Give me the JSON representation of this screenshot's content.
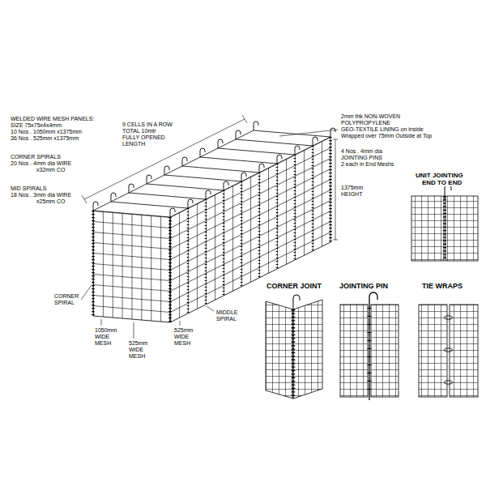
{
  "diagram": {
    "labels": [
      "WELDED WIRE MESH PANELS:",
      "SIZE 75x75x4x4mm",
      "10 Nos . 1050mm x1375mm",
      "36 Nos . 525mm x1375mm",
      "CORNER SPIRALS",
      "20 Nos . 4mm dia WIRE",
      "x32mm CO",
      "MID SPIRALS",
      "18 Nos . 3mm dia WIRE",
      "x25mm CO",
      "9 CELLS IN A ROW",
      "TOTAL 10mtr",
      "FULLY OPENED",
      "LENGTH",
      "2mm thk NON-WOVEN",
      "POLYPROPYLENE",
      "GEO-TEXTILE LINING on inside",
      "Wrapped over 75mm Outside at Top",
      "4 Nos . 4mm dia",
      "JOINTING PINS",
      "2 each in End Meshs",
      "1375mm",
      "HEIGHT",
      "UNIT JOINTING",
      "END TO END",
      "CORNER",
      "SPIRAL",
      "1050mm",
      "WIDE",
      "MESH",
      "525mm",
      "WIDE",
      "MESH",
      "525mm",
      "WIDE",
      "MESH",
      "MIDDLE",
      "SPIRAL",
      "CORNER JOINT",
      "JOINTING PIN",
      "TIE WRAPS"
    ]
  }
}
